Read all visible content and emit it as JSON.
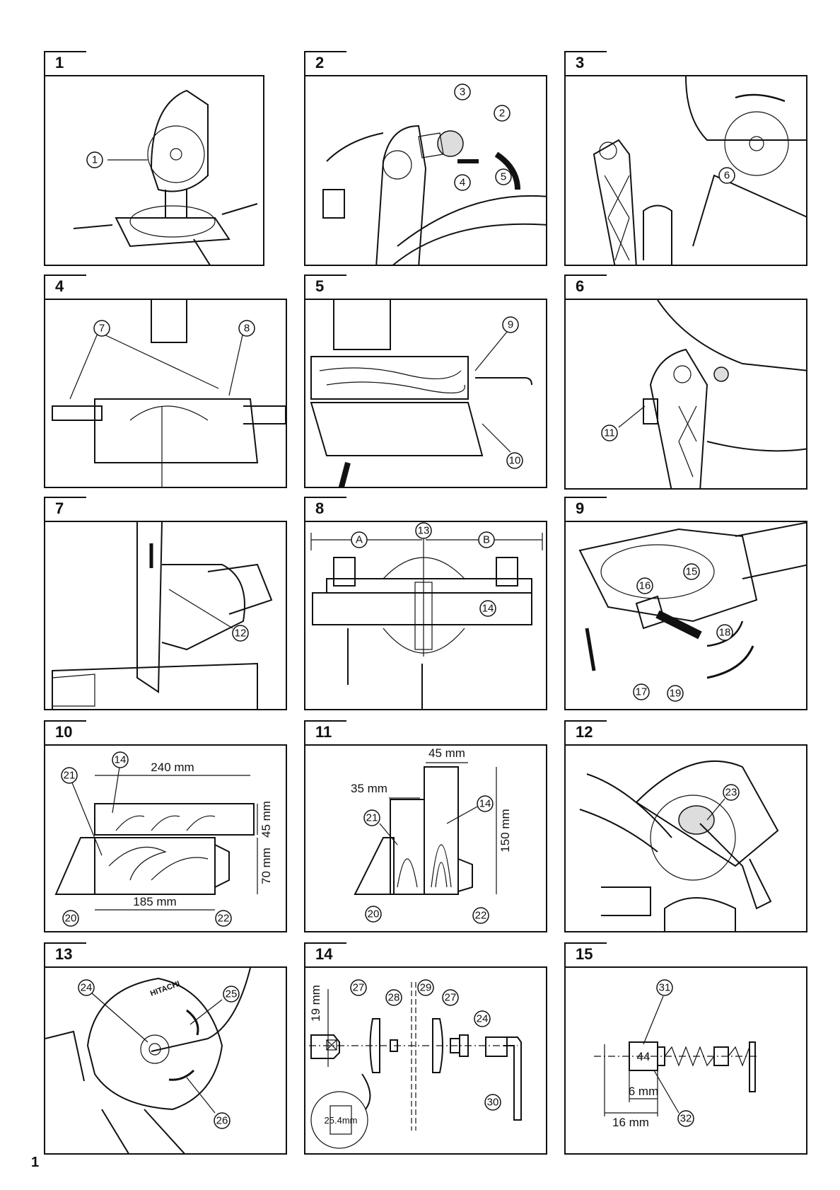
{
  "page_number": "1",
  "figures": [
    {
      "number": "1",
      "callouts": [
        "1"
      ]
    },
    {
      "number": "2",
      "callouts": [
        "3",
        "2",
        "4",
        "5"
      ]
    },
    {
      "number": "3",
      "callouts": [
        "6"
      ]
    },
    {
      "number": "4",
      "callouts": [
        "7",
        "8"
      ]
    },
    {
      "number": "5",
      "callouts": [
        "9",
        "10"
      ]
    },
    {
      "number": "6",
      "callouts": [
        "11"
      ]
    },
    {
      "number": "7",
      "callouts": [
        "12"
      ]
    },
    {
      "number": "8",
      "callouts": [
        "13",
        "14"
      ],
      "letters": [
        "A",
        "B"
      ]
    },
    {
      "number": "9",
      "callouts": [
        "16",
        "15",
        "18",
        "17",
        "19"
      ]
    },
    {
      "number": "10",
      "callouts": [
        "14",
        "21",
        "20",
        "22"
      ],
      "dimensions": [
        "240 mm",
        "45 mm",
        "70 mm",
        "185 mm"
      ]
    },
    {
      "number": "11",
      "callouts": [
        "21",
        "14",
        "20",
        "22"
      ],
      "dimensions": [
        "45 mm",
        "35 mm",
        "150 mm"
      ]
    },
    {
      "number": "12",
      "callouts": [
        "23"
      ]
    },
    {
      "number": "13",
      "callouts": [
        "24",
        "25",
        "26"
      ],
      "brand": "HITACHI"
    },
    {
      "number": "14",
      "callouts": [
        "27",
        "28",
        "29",
        "27",
        "24",
        "30"
      ],
      "dimensions": [
        "19 mm",
        "25.4mm"
      ]
    },
    {
      "number": "15",
      "callouts": [
        "31",
        "32"
      ],
      "dimensions": [
        "6 mm",
        "16 mm"
      ],
      "marking": "44"
    }
  ]
}
